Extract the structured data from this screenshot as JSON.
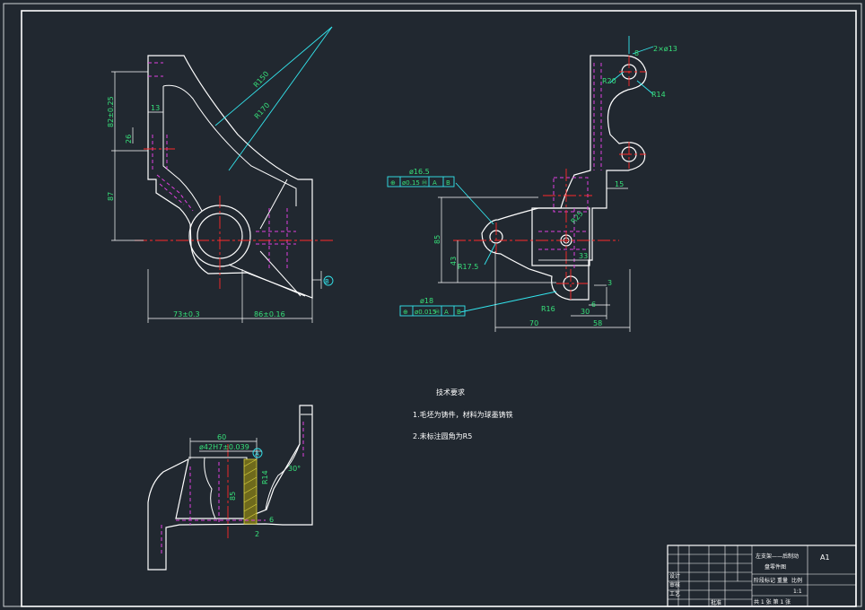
{
  "drawing": {
    "sheet_size": "A1",
    "tech_title": "技术要求",
    "tech_notes": [
      "1.毛坯为铸件，材料为球墨铸铁",
      "2.未标注圆角为R5"
    ],
    "title_block": {
      "part_name_1": "左支架——后制动",
      "part_name_2": "盘零件图",
      "label_stage": "阶段标记",
      "label_weight": "重量",
      "label_scale": "比例",
      "scale": "1:1",
      "sheet_info": "共 1 张  第 1 张",
      "label_design": "设计",
      "label_check": "审核",
      "label_process": "工艺",
      "label_approve": "批准"
    },
    "front_view": {
      "dims": [
        "82±0.25",
        "87",
        "13",
        "26",
        "73±0.3",
        "86±0.16",
        "R150",
        "R170"
      ],
      "datum": "B"
    },
    "side_view": {
      "dims": [
        "2×ø13",
        "8",
        "R20",
        "R14",
        "15",
        "R25",
        "85",
        "43",
        "R17.5",
        "33",
        "6",
        "3",
        "R16",
        "30",
        "70",
        "58"
      ],
      "fcf1": {
        "dia": "ø16.5",
        "sym": "⊕",
        "tol": "ø0.15",
        "m": "Ⓜ",
        "datum1": "A",
        "datum2": "B"
      },
      "fcf2": {
        "dia": "ø18",
        "sym": "⊕",
        "tol": "ø0.015",
        "m": "Ⓜ",
        "datum1": "A",
        "datum2": "B"
      }
    },
    "section_view": {
      "dims": [
        "60",
        "ø42H7±0.039",
        "30°",
        "R14",
        "85",
        "2",
        "6"
      ],
      "datum": "A"
    }
  }
}
